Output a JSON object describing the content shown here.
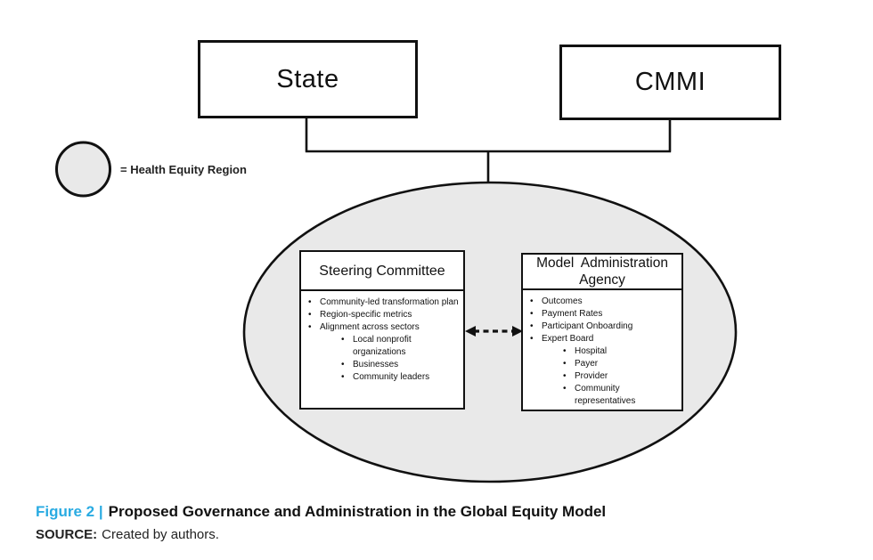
{
  "colors": {
    "accent_cyan": "#29ABE2",
    "ellipse_fill": "#E9E9E9",
    "line_color": "#111111"
  },
  "top_boxes": {
    "state_label": "State",
    "cmmi_label": "CMMI"
  },
  "legend": {
    "label": "= Health Equity Region"
  },
  "health_equity_region": {
    "steering_committee": {
      "title": "Steering Committee",
      "items": [
        {
          "text": "Community-led transformation plan",
          "level": 0
        },
        {
          "text": "Region-specific metrics",
          "level": 0
        },
        {
          "text": "Alignment across sectors",
          "level": 0
        },
        {
          "text": "Local nonprofit organizations",
          "level": 1
        },
        {
          "text": "Businesses",
          "level": 1
        },
        {
          "text": "Community leaders",
          "level": 1
        }
      ]
    },
    "model_administration_agency": {
      "title": "Model Administration Agency",
      "items": [
        {
          "text": "Outcomes",
          "level": 0
        },
        {
          "text": "Payment Rates",
          "level": 0
        },
        {
          "text": "Participant Onboarding",
          "level": 0
        },
        {
          "text": "Expert Board",
          "level": 0
        },
        {
          "text": "Hospital",
          "level": 1
        },
        {
          "text": "Payer",
          "level": 1
        },
        {
          "text": "Provider",
          "level": 1
        },
        {
          "text": "Community representatives",
          "level": 1
        }
      ]
    }
  },
  "caption": {
    "figure_label": "Figure 2 |",
    "title": "Proposed Governance and Administration in the Global Equity Model",
    "source_label": "SOURCE:",
    "source_text": "Created by authors."
  }
}
